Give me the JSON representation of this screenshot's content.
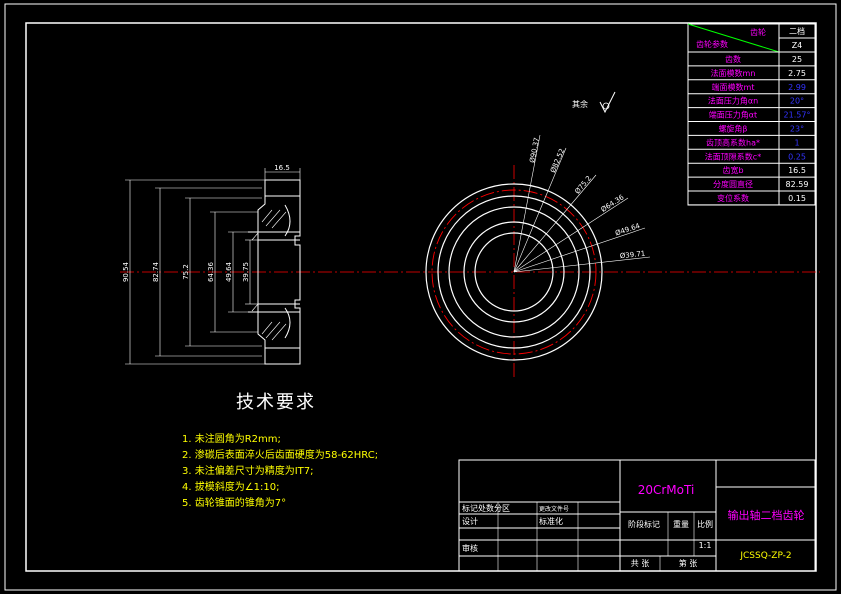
{
  "colors": {
    "background": "#000000",
    "lines": "#ffffff",
    "table_text_magenta": "#ff00ff",
    "table_text_blue": "#3333ff",
    "centerline_red": "#ff0000",
    "notes_yellow": "#ffff00",
    "notes_heading": "#ffffff",
    "header_arrow_green": "#00ff00"
  },
  "gear_table": {
    "header_left_top": "齿轮",
    "header_left_bottom": "齿轮参数",
    "header_right": "二档",
    "header_right_value": "Z4",
    "rows": [
      {
        "label": "齿数",
        "value": "25",
        "label_color": "magenta",
        "value_color": "white"
      },
      {
        "label": "法面模数mn",
        "value": "2.75",
        "label_color": "magenta",
        "value_color": "white"
      },
      {
        "label": "端面模数mt",
        "value": "2.99",
        "label_color": "magenta",
        "value_color": "blue"
      },
      {
        "label": "法面压力角αn",
        "value": "20°",
        "label_color": "magenta",
        "value_color": "blue"
      },
      {
        "label": "端面压力角αt",
        "value": "21.57°",
        "label_color": "magenta",
        "value_color": "blue"
      },
      {
        "label": "螺旋角β",
        "value": "23°",
        "label_color": "magenta",
        "value_color": "blue"
      },
      {
        "label": "齿顶高系数ha*",
        "value": "1",
        "label_color": "magenta",
        "value_color": "blue"
      },
      {
        "label": "法面顶隙系数c*",
        "value": "0.25",
        "label_color": "magenta",
        "value_color": "blue"
      },
      {
        "label": "齿宽b",
        "value": "16.5",
        "label_color": "magenta",
        "value_color": "white"
      },
      {
        "label": "分度圆直径",
        "value": "82.59",
        "label_color": "magenta",
        "value_color": "white"
      },
      {
        "label": "变位系数",
        "value": "0.15",
        "label_color": "magenta",
        "value_color": "white"
      }
    ]
  },
  "section_view": {
    "width_dim": "16.5",
    "dims": [
      "90.54",
      "82.74",
      "75.2",
      "64.36",
      "49.64",
      "39.75"
    ]
  },
  "front_view": {
    "dims": [
      "Ø90.37",
      "Ø82.52",
      "Ø75.2",
      "Ø64.36",
      "Ø49.64",
      "Ø39.71"
    ]
  },
  "surface_mark": "其余",
  "tech_requirements": {
    "heading": "技术要求",
    "items": [
      "1. 未注圆角为R2mm;",
      "2. 渗碳后表面淬火后齿面硬度为58-62HRC;",
      "3. 未注偏差尺寸为精度为IT7;",
      "4. 拔模斜度为∠1:10;",
      "5. 齿轮锥面的锥角为7°"
    ]
  },
  "title_block": {
    "material": "20CrMoTi",
    "part_name": "输出轴二档齿轮",
    "drawing_no": "JCSSQ-ZP-2",
    "change_label": "标记处数分区",
    "change_doc": "更改文件号",
    "design": "设计",
    "standardize": "标准化",
    "review": "审核",
    "stage_mark": "阶段标记",
    "weight": "重量",
    "scale_label": "比例",
    "scale_value": "1:1",
    "sheets_total": "共  张",
    "sheet_no": "第  张"
  }
}
